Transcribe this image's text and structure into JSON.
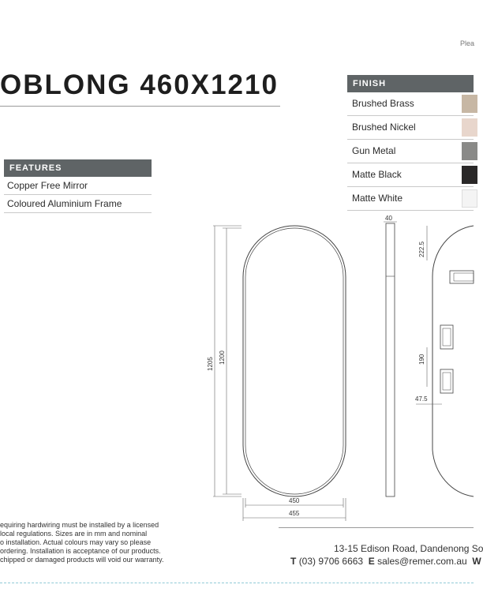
{
  "header": {
    "please_note": "Plea"
  },
  "title": "OBLONG 460X1210",
  "features": {
    "heading": "FEATURES",
    "items": [
      "Copper Free Mirror",
      "Coloured Aluminium Frame"
    ]
  },
  "finish": {
    "heading": "FINISH",
    "items": [
      {
        "label": "Brushed Brass",
        "color": "#c7b7a4"
      },
      {
        "label": "Brushed Nickel",
        "color": "#e8d6cc"
      },
      {
        "label": "Gun Metal",
        "color": "#8a8a88"
      },
      {
        "label": "Matte Black",
        "color": "#2a2828"
      },
      {
        "label": "Matte White",
        "color": "#f4f4f4"
      }
    ]
  },
  "drawing": {
    "width_inner": "450",
    "width_outer": "455",
    "height_outer": "1205",
    "height_inner": "1200",
    "depth": "40",
    "bracket_top": "222.5",
    "bracket_gap": "190",
    "bracket_side": "47.5"
  },
  "footer": {
    "disclaimer": [
      "equiring hardwiring must be installed by a licensed",
      "local regulations. Sizes are in mm and nominal",
      "o installation. Actual colours may vary so please",
      "ordering. Installation is acceptance of our products.",
      "chipped or damaged products will void our warranty."
    ],
    "address": "13-15 Edison Road, Dandenong So",
    "phone_label": "T",
    "phone": "(03) 9706 6663",
    "email_label": "E",
    "email": "sales@remer.com.au",
    "web_label": "W"
  }
}
